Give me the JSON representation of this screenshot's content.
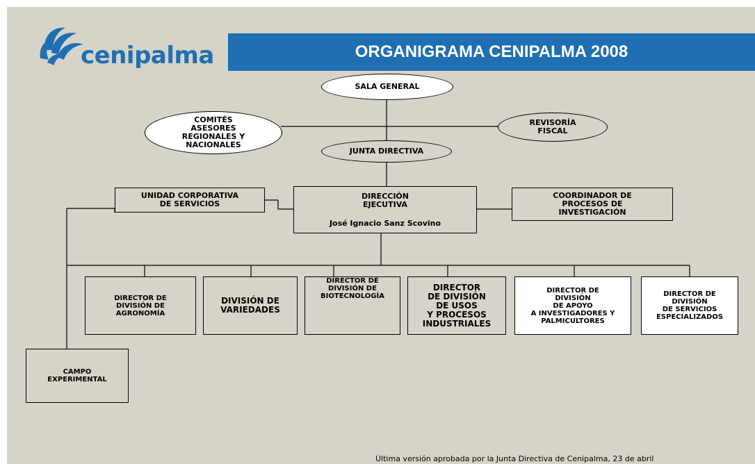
{
  "logo": {
    "name": "cenipalma"
  },
  "title": "ORGANIGRAMA CENIPALMA 2008",
  "nodes": {
    "sala_general": "SALA GENERAL",
    "comites": "COMITÉS\nASESORES\nREGIONALES Y\nNACIONALES",
    "revisoria": "REVISORÍA\nFISCAL",
    "junta": "JUNTA DIRECTIVA",
    "unidad": "UNIDAD CORPORATIVA\nDE SERVICIOS",
    "direccion_title": "DIRECCIÓN\nEJECUTIVA",
    "direccion_name": "José Ignacio Sanz Scovino",
    "coordinador": "COORDINADOR DE\nPROCESOS DE\nINVESTIGACIÓN",
    "agronomia": "DIRECTOR DE\nDIVISIÓN DE\nAGRONOMÍA",
    "variedades": "DIVISIÓN DE\nVARIEDADES",
    "biotecnologia": "DIRECTOR DE\nDIVISIÓN  DE\nBIOTECNOLOGÍA",
    "usos": "DIRECTOR\nDE DIVISIÓN\nDE USOS\nY PROCESOS\nINDUSTRIALES",
    "apoyo": "DIRECTOR DE\nDIVISIÓN\nDE APOYO\nA INVESTIGADORES Y\nPALMICULTORES",
    "servicios": "DIRECTOR DE\nDIVISIÓN\nDE SERVICIOS\nESPECIALIZADOS",
    "campo": "CAMPO\nEXPERIMENTAL"
  },
  "footer": "Última versión aprobada por la Junta Directiva de Cenipalma, 23 de abril",
  "colors": {
    "background": "#d6d3c9",
    "title_bar": "#1f6fb2",
    "brand": "#1f6fb2"
  }
}
